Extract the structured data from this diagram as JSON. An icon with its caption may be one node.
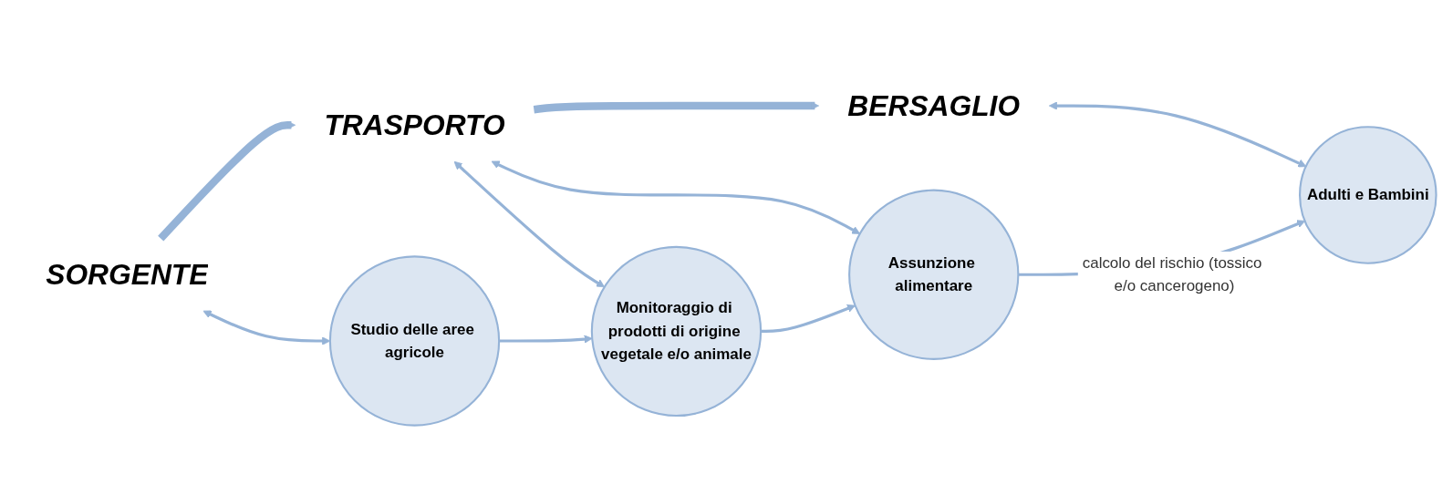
{
  "diagram": {
    "nodes": [
      {
        "text": [
          "SORGENTE"
        ]
      },
      {
        "text": [
          "TRASPORTO"
        ]
      },
      {
        "text": [
          "BERSAGLIO"
        ]
      },
      {
        "text": [
          "Studio delle aree agricole"
        ]
      },
      {
        "text": [
          "Monitoraggio di prodotti di origine vegetale e/o animale"
        ]
      },
      {
        "text": [
          "Assunzione alimentare"
        ]
      },
      {
        "text": [
          "Adulti e Bambini"
        ]
      }
    ],
    "edges": [
      {
        "from": 0,
        "to": 1,
        "arrow": "to",
        "style": "thick"
      },
      {
        "from": 1,
        "to": 2,
        "arrow": "to",
        "style": "thick"
      },
      {
        "from": 0,
        "to": 3,
        "arrow": "both"
      },
      {
        "from": 1,
        "to": 4,
        "arrow": "both"
      },
      {
        "from": 1,
        "to": 5,
        "arrow": "both"
      },
      {
        "from": 2,
        "to": 6,
        "arrow": "both"
      },
      {
        "from": 3,
        "to": 4,
        "arrow": "to"
      },
      {
        "from": 4,
        "to": 5,
        "arrow": "to"
      },
      {
        "from": 5,
        "to": 6,
        "arrow": "to",
        "label": "calcolo del rischio (tossico e/o cancerogeno)"
      }
    ]
  }
}
